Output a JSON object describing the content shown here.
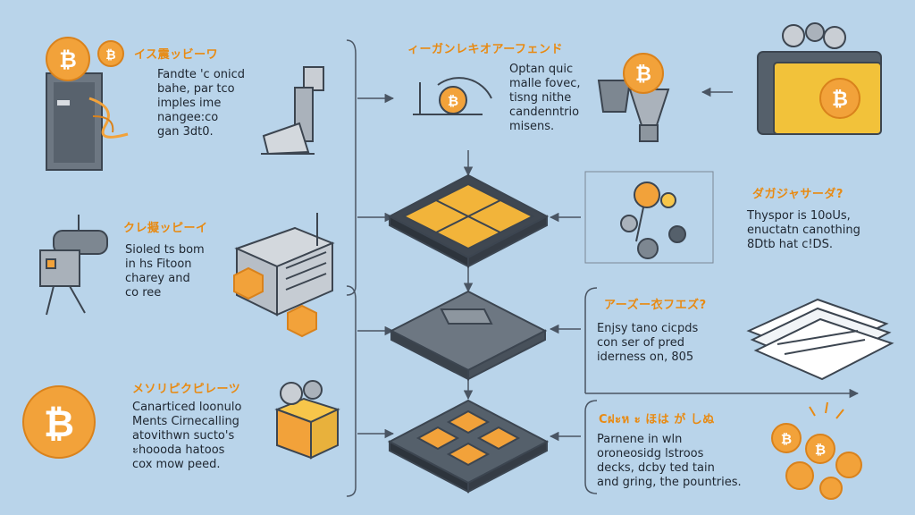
{
  "colors": {
    "background": "#b9d4ea",
    "accent": "#f2a23a",
    "accent_dark": "#d9821c",
    "line": "#4a5563",
    "text": "#1e2630",
    "panel_dark": "#55606b"
  },
  "left": {
    "s1": {
      "heading": "イス震ッビーワ",
      "lines": [
        "Fandte 'c onicd",
        "bahe, par tco",
        "imples ime",
        "nangee:co",
        "gan 3dt0."
      ]
    },
    "s2": {
      "heading": "クレ擬ッピーイ",
      "lines": [
        "Sioled ts bom",
        "in hs Fitoon",
        "charey and",
        "co ree"
      ]
    },
    "s3": {
      "heading": "メソリピクピレーツ",
      "lines": [
        "Canarticed loonulo",
        "Ments Cirnecalling",
        "atovithwn sucto's",
        "ะhoooda hatoos",
        "cox mow peed."
      ]
    }
  },
  "center": {
    "top": {
      "heading": "ィーガンレキオアーフェンド",
      "lines": [
        "Optan quic",
        "malle fovec,",
        "tisng nithe",
        "candenntrio",
        "misens."
      ]
    }
  },
  "right": {
    "s1": {
      "heading": "ダガジャサーダ?",
      "lines": [
        "Thyspor is 10oUs,",
        "enuctatn canothing",
        "8Dtb hat c!DS."
      ]
    },
    "s2": {
      "heading": "アーズー衣フエズ?",
      "lines": [
        "Enjsy tano cicpds",
        "con ser of pred",
        "iderness on, 805"
      ]
    },
    "s3": {
      "heading": "Cฝะห ะ ほは が しぬ",
      "lines": [
        "Parnene in wln",
        "oroneosidg lstroos",
        "decks, dcby ted tain",
        "and gring, the pountries."
      ]
    }
  },
  "icons": {
    "coin": "bitcoin-coin-icon",
    "safe": "server-cabinet-icon",
    "robot_arm": "robot-arm-icon",
    "robot": "robot-icon",
    "machine": "mining-machine-icon",
    "wallet": "wallet-icon",
    "documents": "documents-icon",
    "funnel": "funnel-icon"
  }
}
